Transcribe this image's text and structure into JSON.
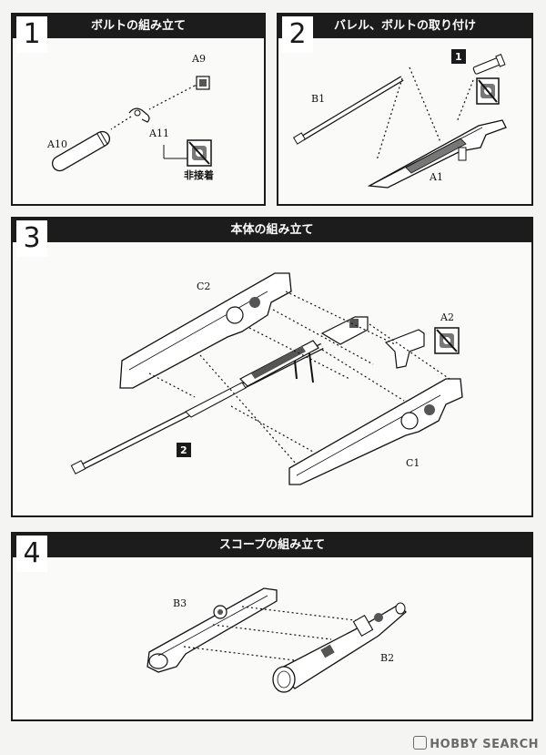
{
  "steps": [
    {
      "number": "1",
      "title": "ボルトの組み立て",
      "labels": {
        "a9": "A9",
        "a10": "A10",
        "a11": "A11",
        "no_glue": "非接着"
      }
    },
    {
      "number": "2",
      "title": "バレル、ボルトの取り付け",
      "labels": {
        "b1": "B1",
        "a1": "A1",
        "ref": "1"
      }
    },
    {
      "number": "3",
      "title": "本体の組み立て",
      "labels": {
        "c2": "C2",
        "a2": "A2",
        "c1": "C1",
        "ref": "2"
      }
    },
    {
      "number": "4",
      "title": "スコープの組み立て",
      "labels": {
        "b3": "B3",
        "b2": "B2"
      }
    }
  ],
  "watermark": "HOBBY SEARCH",
  "icons": [
    "no-glue-icon"
  ]
}
